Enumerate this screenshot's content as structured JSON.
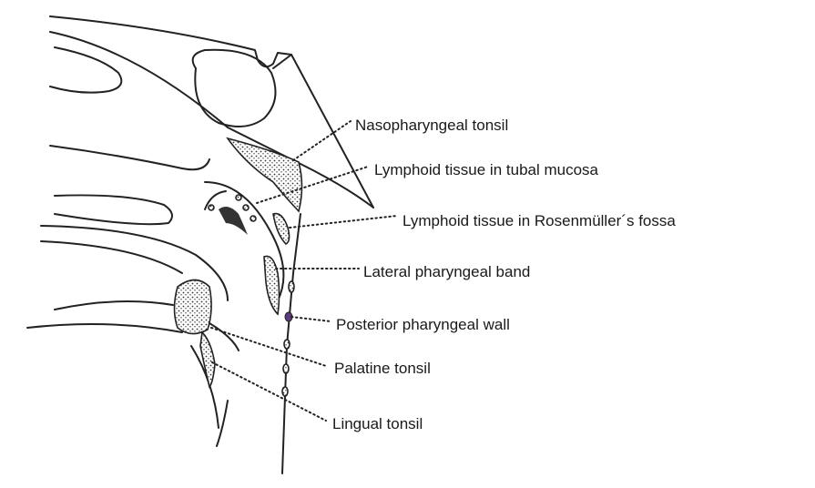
{
  "diagram": {
    "labels": {
      "nasopharyngeal_tonsil": "Nasopharyngeal tonsil",
      "tubal_tonsil": "Lymphoid tissue in tubal mucosa",
      "rosenmuller": "Lymphoid tissue in Rosenmüller´s fossa",
      "lateral_band": "Lateral pharyngeal band",
      "posterior_wall": "Posterior pharyngeal wall",
      "palatine_tonsil": "Palatine tonsil",
      "lingual_tonsil": "Lingual tonsil"
    },
    "colors": {
      "ink": "#222222",
      "marker": "#5a3a7a"
    }
  }
}
